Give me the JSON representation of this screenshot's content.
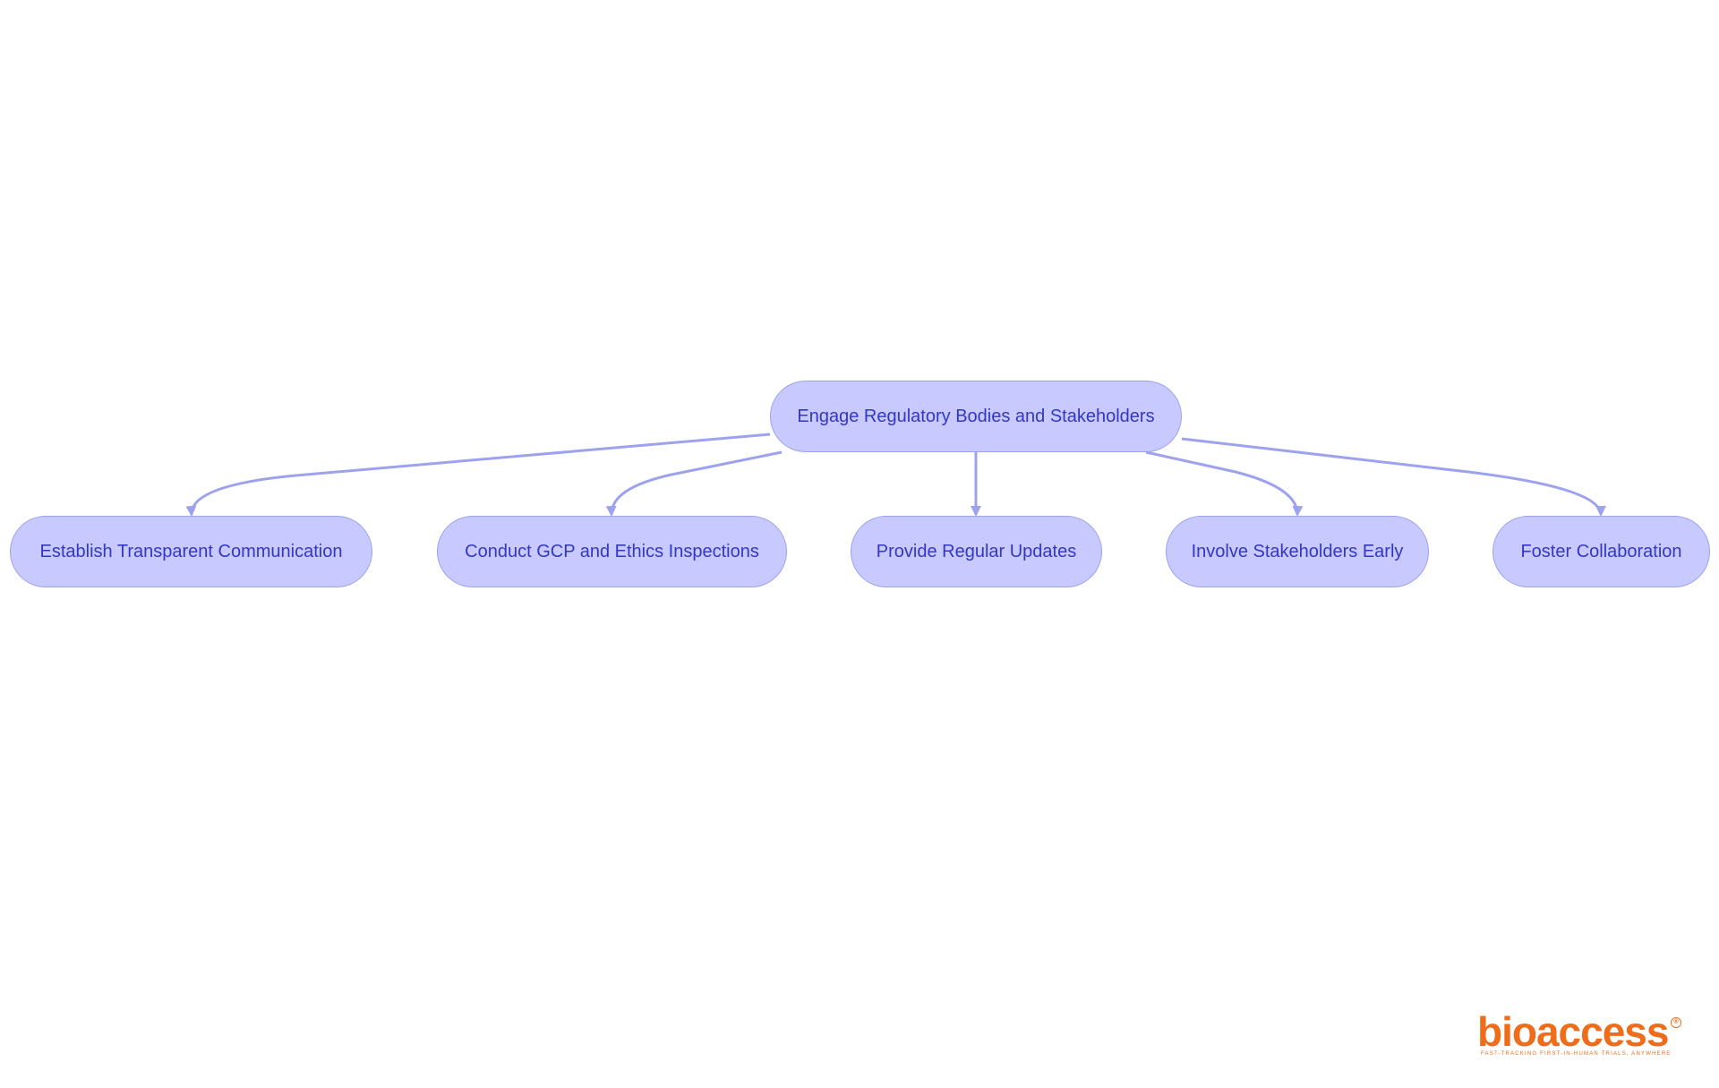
{
  "diagram": {
    "root": {
      "label": "Engage Regulatory Bodies and Stakeholders"
    },
    "children": [
      {
        "label": "Establish Transparent Communication"
      },
      {
        "label": "Conduct GCP and Ethics Inspections"
      },
      {
        "label": "Provide Regular Updates"
      },
      {
        "label": "Involve Stakeholders Early"
      },
      {
        "label": "Foster Collaboration"
      }
    ],
    "colors": {
      "node_fill": "#c8caff",
      "node_border": "#9da2ef",
      "node_text": "#3337c4",
      "edge": "#9da2ef"
    }
  },
  "logo": {
    "wordmark": "bioaccess",
    "registered_mark": "®",
    "tagline": "FAST-TRACKING FIRST-IN-HUMAN TRIALS, ANYWHERE",
    "color": "#ef6c1a"
  }
}
